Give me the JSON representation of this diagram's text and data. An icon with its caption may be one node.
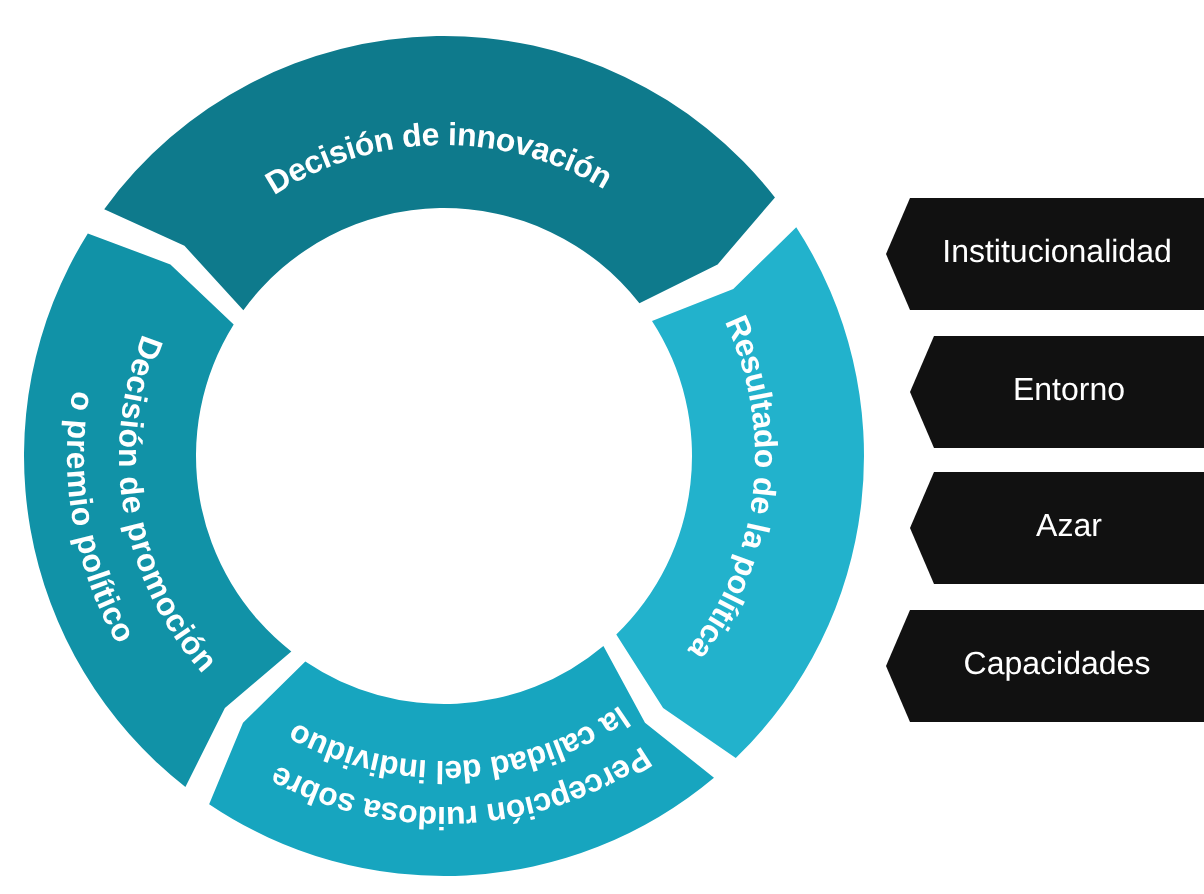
{
  "diagram": {
    "nodes": [
      {
        "text": [
          "Decisión de innovación"
        ]
      },
      {
        "text": [
          "Decisión de promoción o premio político"
        ]
      },
      {
        "text": [
          "Resultado de la política"
        ]
      },
      {
        "text": [
          "Percepción ruidosa sobre la calidad del individuo"
        ]
      },
      {
        "text": [
          "Institucionalidad"
        ]
      },
      {
        "text": [
          "Entorno"
        ]
      },
      {
        "text": [
          "Azar"
        ]
      },
      {
        "text": [
          "Capacidades"
        ]
      }
    ]
  }
}
